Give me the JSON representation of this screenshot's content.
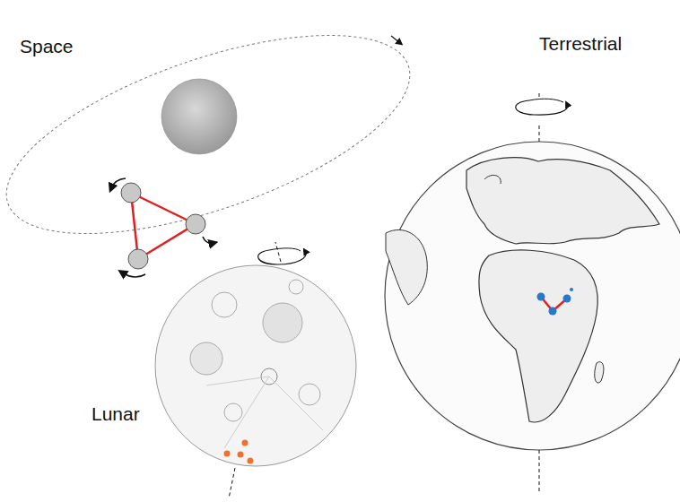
{
  "diagram": {
    "labels": [
      "Space",
      "Lunar",
      "Terrestrial"
    ]
  }
}
